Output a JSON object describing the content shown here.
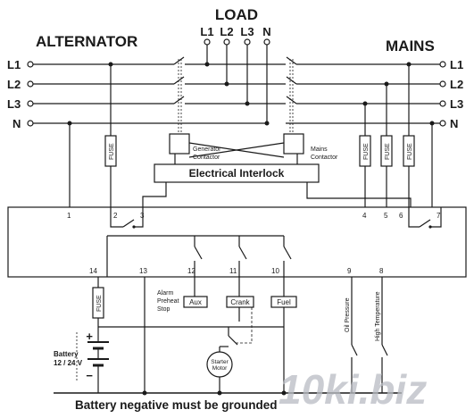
{
  "diagram": {
    "title": "LOAD",
    "left_header": "ALTERNATOR",
    "right_header": "MAINS",
    "load_phases": [
      "L1",
      "L2",
      "L3",
      "N"
    ],
    "line_labels_left": [
      "L1",
      "L2",
      "L3",
      "N"
    ],
    "line_labels_right": [
      "L1",
      "L2",
      "L3",
      "N"
    ],
    "fuse_label": "FUSE",
    "generator_contactor": [
      "Generator",
      "Contactor"
    ],
    "mains_contactor": [
      "Mains",
      "Contactor"
    ],
    "interlock_label": "Electrical Interlock",
    "terminals_top": [
      "1",
      "2",
      "3",
      "4",
      "5",
      "6",
      "7"
    ],
    "terminals_bottom": [
      "14",
      "13",
      "12",
      "11",
      "10",
      "9",
      "8"
    ],
    "alarm_group": [
      "Alarm",
      "Preheat",
      "Stop"
    ],
    "outputs": [
      "Aux",
      "Crank",
      "Fuel"
    ],
    "inputs": [
      "Oil Pressure",
      "High Temperature"
    ],
    "battery": [
      "Battery",
      "12 / 24 V"
    ],
    "battery_plus": "+",
    "battery_minus": "−",
    "starter_motor": [
      "Starter",
      "Motor"
    ],
    "footer_note": "Battery negative must be grounded",
    "watermark": "10ki.biz"
  }
}
